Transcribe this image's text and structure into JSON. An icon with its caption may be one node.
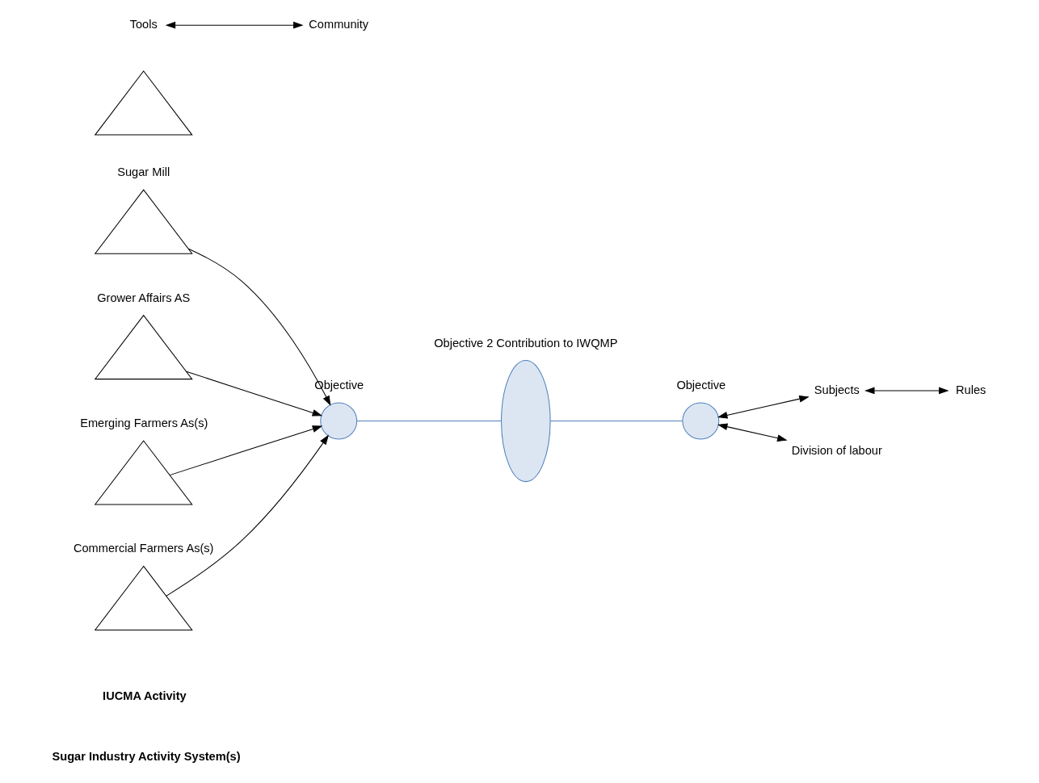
{
  "diagram": {
    "nodes": [
      {
        "text": [],
        "shape": "triangle",
        "beside": [
          "Sugar Mill"
        ]
      },
      {
        "text": [],
        "shape": "triangle",
        "beside": [
          "Grower Affairs AS"
        ]
      },
      {
        "text": [],
        "shape": "triangle",
        "beside": [
          "Emerging Farmers As(s)"
        ]
      },
      {
        "text": [],
        "shape": "triangle",
        "beside": [
          "Commercial Farmers As(s)"
        ]
      },
      {
        "text": [],
        "shape": "circle",
        "beside": [
          "Objective"
        ]
      },
      {
        "text": [],
        "shape": "ellipse",
        "beside": [
          "Objective 2 Contribution to IWQMP"
        ]
      },
      {
        "text": [],
        "shape": "circle",
        "beside": [
          "Objective"
        ]
      },
      {
        "text": [],
        "shape": "triangle"
      },
      {
        "text": [
          "Tools"
        ]
      },
      {
        "text": [
          "Subjects"
        ]
      },
      {
        "text": [
          "Rules"
        ]
      },
      {
        "text": [
          "Community"
        ]
      },
      {
        "text": [
          "Division of labour"
        ]
      }
    ],
    "edges": [
      {
        "from": 0,
        "to": 4,
        "arrow": "to"
      },
      {
        "from": 1,
        "to": 4,
        "arrow": "to"
      },
      {
        "from": 2,
        "to": 4,
        "arrow": "to"
      },
      {
        "from": 3,
        "to": 4,
        "arrow": "to"
      },
      {
        "from": 4,
        "to": 5,
        "arrow": "none",
        "color": "#4f81bd"
      },
      {
        "from": 5,
        "to": 6,
        "arrow": "none",
        "color": "#4f81bd"
      },
      {
        "from": 8,
        "to": 11,
        "arrow": "both"
      },
      {
        "from": 6,
        "to": 9,
        "arrow": "both"
      },
      {
        "from": 9,
        "to": 10,
        "arrow": "both"
      },
      {
        "from": 6,
        "to": 12,
        "arrow": "both"
      }
    ],
    "labels": [
      "Sugar Industry Activity System(s)",
      "IUCMA Activity"
    ]
  }
}
